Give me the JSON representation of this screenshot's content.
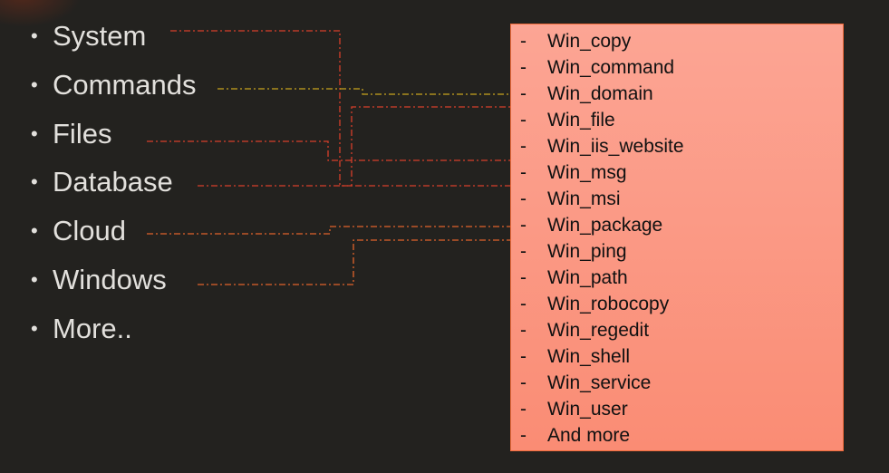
{
  "categories": [
    {
      "bullet": "•",
      "label": "System"
    },
    {
      "bullet": "•",
      "label": "Commands"
    },
    {
      "bullet": "•",
      "label": "Files"
    },
    {
      "bullet": "•",
      "label": "Database"
    },
    {
      "bullet": "•",
      "label": "Cloud"
    },
    {
      "bullet": "•",
      "label": "Windows"
    },
    {
      "bullet": "•",
      "label": "More.."
    }
  ],
  "modules": [
    {
      "dash": "-",
      "label": "Win_copy"
    },
    {
      "dash": "-",
      "label": "Win_command"
    },
    {
      "dash": "-",
      "label": "Win_domain"
    },
    {
      "dash": "-",
      "label": "Win_file"
    },
    {
      "dash": "-",
      "label": "Win_iis_website"
    },
    {
      "dash": "-",
      "label": "Win_msg"
    },
    {
      "dash": "-",
      "label": "Win_msi"
    },
    {
      "dash": "-",
      "label": "Win_package"
    },
    {
      "dash": "-",
      "label": "Win_ping"
    },
    {
      "dash": "-",
      "label": "Win_path"
    },
    {
      "dash": "-",
      "label": "Win_robocopy"
    },
    {
      "dash": "-",
      "label": "Win_regedit"
    },
    {
      "dash": "-",
      "label": "Win_shell"
    },
    {
      "dash": "-",
      "label": "Win_service"
    },
    {
      "dash": "-",
      "label": "Win_user"
    },
    {
      "dash": "-",
      "label": "And more"
    }
  ],
  "connections": [
    {
      "from": "System",
      "to": "Win_msi",
      "color": "#d63f2a"
    },
    {
      "from": "Commands",
      "to": "Win_domain",
      "color": "#c8a41e"
    },
    {
      "from": "Files",
      "to": "Win_msg",
      "color": "#d63f2a"
    },
    {
      "from": "Database",
      "to": "Win_file",
      "color": "#d63f2a"
    },
    {
      "from": "Cloud",
      "to": "Win_package",
      "color": "#e0632a"
    },
    {
      "from": "Windows",
      "to": "Win_ping",
      "color": "#e0632a"
    }
  ],
  "colors": {
    "background": "#23221f",
    "text": "#e2e0dc",
    "box_fill": "#fca594",
    "box_border": "#f06a3a"
  }
}
